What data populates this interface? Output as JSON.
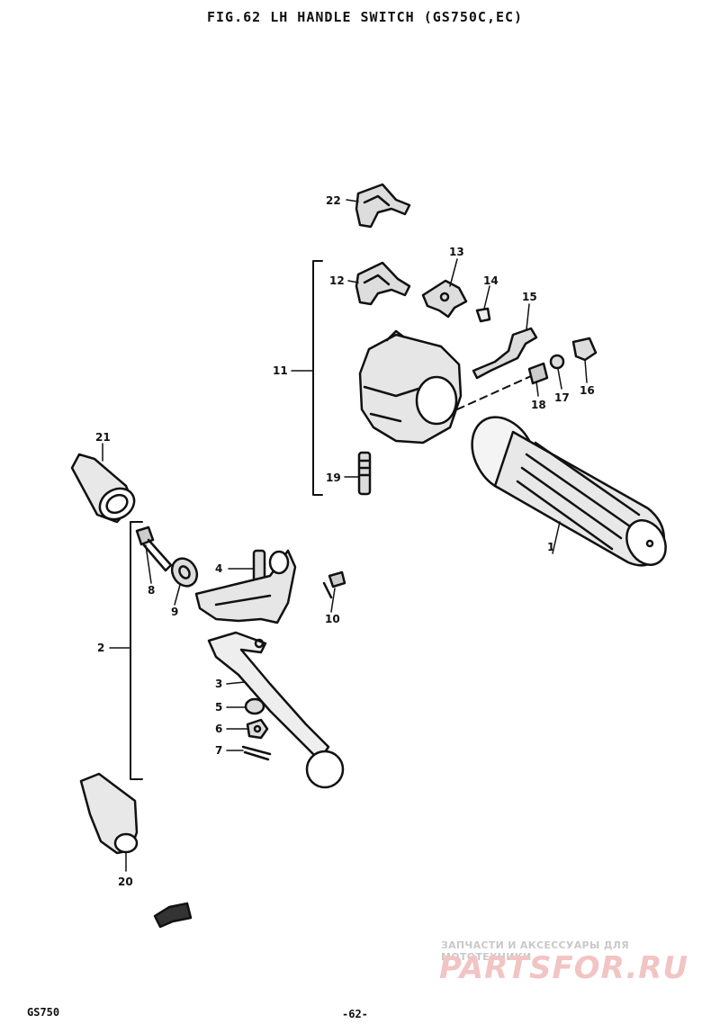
{
  "title": "FIG.62  LH HANDLE SWITCH (GS750C,EC)",
  "footer": {
    "model": "GS750",
    "page": "-62-"
  },
  "watermark": {
    "line1": "ЗАПЧАСТИ И АКСЕССУАРЫ ДЛЯ МОТОТЕХНИКИ",
    "line2": "PARTSFOR.RU"
  },
  "labels": {
    "p1": "1",
    "p2": "2",
    "p3": "3",
    "p4": "4",
    "p5": "5",
    "p6": "6",
    "p7": "7",
    "p8": "8",
    "p9": "9",
    "p10": "10",
    "p11": "11",
    "p12": "12",
    "p13": "13",
    "p14": "14",
    "p15": "15",
    "p16": "16",
    "p17": "17",
    "p18": "18",
    "p19": "19",
    "p20": "20",
    "p21": "21",
    "p22": "22"
  },
  "colors": {
    "ink": "#111111",
    "paper": "#ffffff",
    "watermark": "#f2c4c4"
  }
}
